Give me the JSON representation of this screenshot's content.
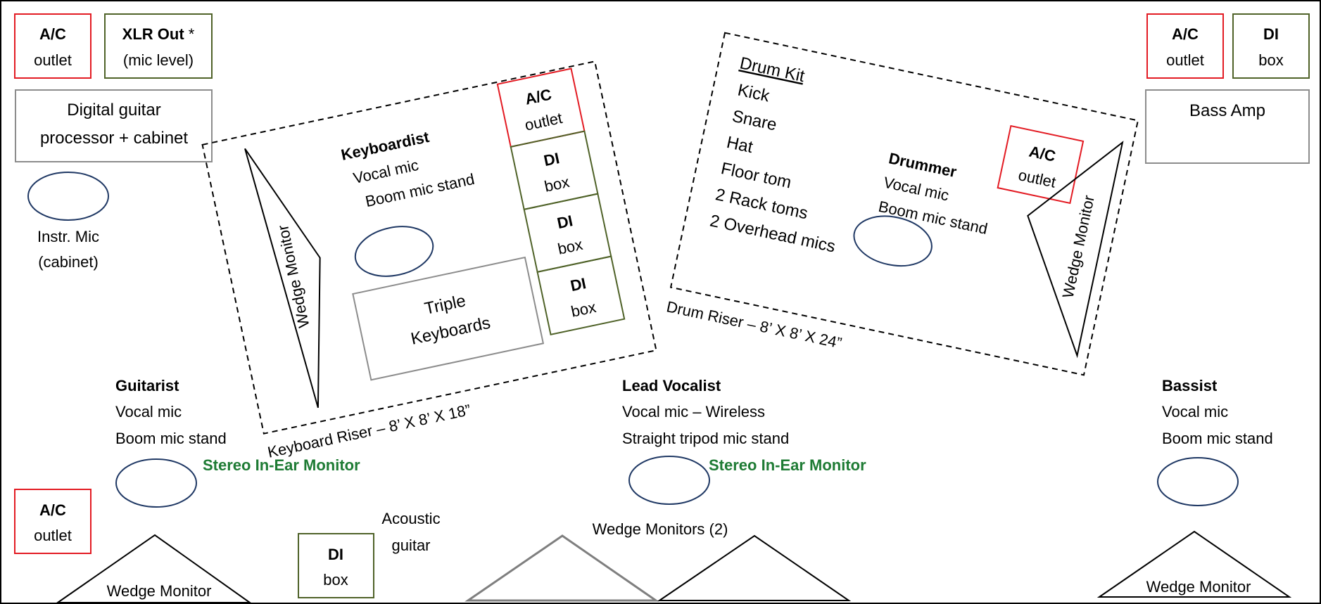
{
  "boxes": {
    "ac_top_left": {
      "line1": "A/C",
      "line2": "outlet"
    },
    "xlr_out": {
      "line1": "XLR Out",
      "asterisk": " *",
      "line2": "(mic level)"
    },
    "guitar_processor": {
      "line1": "Digital guitar",
      "line2": "processor + cabinet"
    },
    "ac_top_right": {
      "line1": "A/C",
      "line2": "outlet"
    },
    "di_top_right": {
      "line1": "DI",
      "line2": "box"
    },
    "bass_amp": {
      "label": "Bass Amp"
    },
    "ac_bottom_left": {
      "line1": "A/C",
      "line2": "outlet"
    },
    "di_acoustic": {
      "line1": "DI",
      "line2": "box"
    }
  },
  "instr_mic": {
    "line1": "Instr. Mic",
    "line2": "(cabinet)"
  },
  "keyboard_riser": {
    "caption": "Keyboard Riser – 8’ X 8’ X 18”",
    "player": "Keyboardist",
    "lines": [
      "Vocal mic",
      "Boom mic stand"
    ],
    "monitor": "Wedge Monitor",
    "keyboards": {
      "line1": "Triple",
      "line2": "Keyboards"
    },
    "ac": {
      "line1": "A/C",
      "line2": "outlet"
    },
    "di_boxes": [
      {
        "line1": "DI",
        "line2": "box"
      },
      {
        "line1": "DI",
        "line2": "box"
      },
      {
        "line1": "DI",
        "line2": "box"
      }
    ]
  },
  "drum_riser": {
    "caption": "Drum Riser – 8’ X 8’ X 24”",
    "kit_title": "Drum Kit",
    "kit_items": [
      "Kick",
      "Snare",
      "Hat",
      "Floor tom",
      "2 Rack toms",
      "2 Overhead mics"
    ],
    "player": "Drummer",
    "lines": [
      "Vocal mic",
      "Boom mic stand"
    ],
    "ac": {
      "line1": "A/C",
      "line2": "outlet"
    },
    "monitor": "Wedge Monitor"
  },
  "guitarist": {
    "name": "Guitarist",
    "lines": [
      "Vocal mic",
      "Boom mic stand"
    ],
    "iem": "Stereo In-Ear Monitor",
    "monitor": "Wedge Monitor"
  },
  "lead_vocalist": {
    "name": "Lead Vocalist",
    "lines": [
      "Vocal mic – Wireless",
      "Straight tripod mic stand"
    ],
    "iem": "Stereo In-Ear Monitor",
    "monitors": "Wedge Monitors (2)"
  },
  "bassist": {
    "name": "Bassist",
    "lines": [
      "Vocal mic",
      "Boom mic stand"
    ],
    "monitor": "Wedge Monitor"
  },
  "acoustic": {
    "line1": "Acoustic",
    "line2": "guitar"
  },
  "colors": {
    "ac_border": "#e31b23",
    "di_border": "#4f6228",
    "neutral_border": "#8c8c8c",
    "mic_ellipse": "#1f3864",
    "iem_text": "#1e7b34"
  }
}
